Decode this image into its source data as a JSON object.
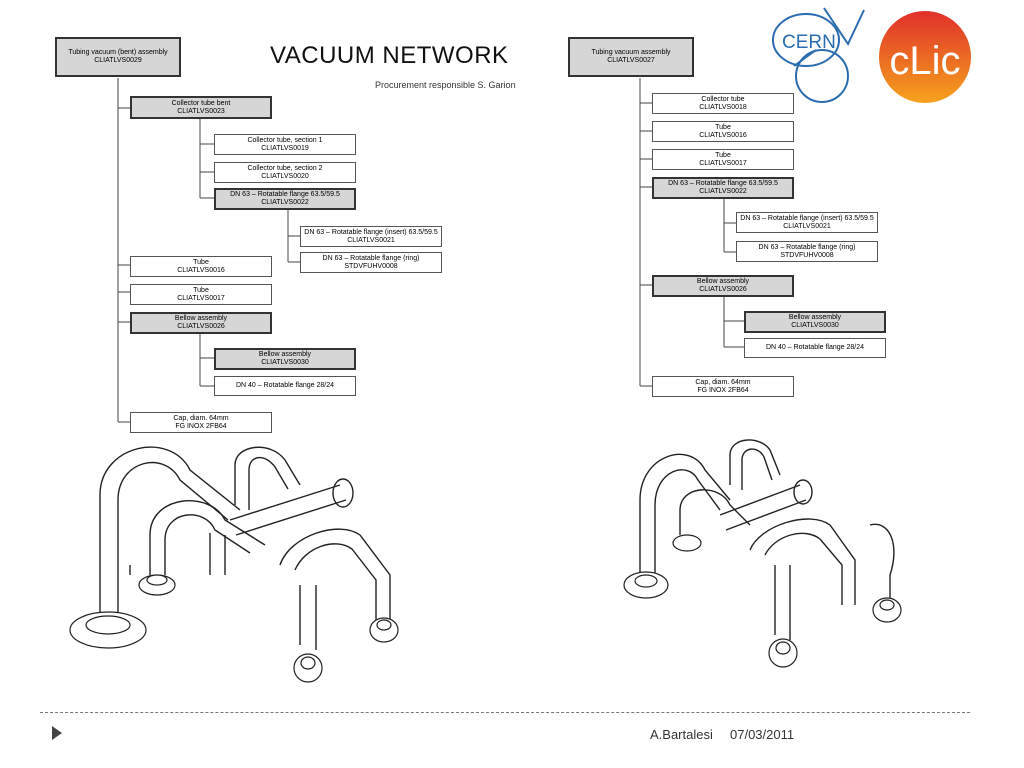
{
  "slide": {
    "title": "VACUUM NETWORK",
    "subtitle": "Procurement responsible S. Garion",
    "footer": {
      "author": "A.Bartalesi",
      "date": "07/03/2011"
    }
  },
  "logos": {
    "cern": "CERN",
    "clic": "cLic"
  },
  "left_tree": {
    "root": {
      "name": "Tubing vacuum (bent) assembly",
      "code": "CLIATLVS0029"
    },
    "collector_bent": {
      "name": "Collector tube bent",
      "code": "CLIATLVS0023"
    },
    "collector_s1": {
      "name": "Collector tube, section 1",
      "code": "CLIATLVS0019"
    },
    "collector_s2": {
      "name": "Collector tube, section 2",
      "code": "CLIATLVS0020"
    },
    "dn63": {
      "name": "DN 63 – Rotatable flange 63.5/59.5",
      "code": "CLIATLVS0022"
    },
    "dn63_insert": {
      "name": "DN 63 – Rotatable flange (insert) 63.5/59.5",
      "code": "CLIATLVS0021"
    },
    "dn63_ring": {
      "name": "DN 63 – Rotatable flange (ring)",
      "code": "STDVFUHV0008"
    },
    "tube1": {
      "name": "Tube",
      "code": "CLIATLVS0016"
    },
    "tube2": {
      "name": "Tube",
      "code": "CLIATLVS0017"
    },
    "bellow": {
      "name": "Bellow assembly",
      "code": "CLIATLVS0026"
    },
    "bellow_sub": {
      "name": "Bellow assembly",
      "code": "CLIATLVS0030"
    },
    "dn40": {
      "name": "DN 40 – Rotatable flange 28/24",
      "code": ""
    },
    "cap": {
      "name": "Cap, diam. 64mm",
      "code": "FG INOX 2FB64"
    }
  },
  "right_tree": {
    "root": {
      "name": "Tubing vacuum assembly",
      "code": "CLIATLVS0027"
    },
    "collector": {
      "name": "Collector tube",
      "code": "CLIATLVS0018"
    },
    "tube1": {
      "name": "Tube",
      "code": "CLIATLVS0016"
    },
    "tube2": {
      "name": "Tube",
      "code": "CLIATLVS0017"
    },
    "dn63": {
      "name": "DN 63 – Rotatable flange 63.5/59.5",
      "code": "CLIATLVS0022"
    },
    "dn63_insert": {
      "name": "DN 63 – Rotatable flange (insert) 63.5/59.5",
      "code": "CLIATLVS0021"
    },
    "dn63_ring": {
      "name": "DN 63 – Rotatable flange (ring)",
      "code": "STDVFUHV0008"
    },
    "bellow": {
      "name": "Bellow assembly",
      "code": "CLIATLVS0026"
    },
    "bellow_sub": {
      "name": "Bellow assembly",
      "code": "CLIATLVS0030"
    },
    "dn40": {
      "name": "DN 40 – Rotatable flange 28/24",
      "code": ""
    },
    "cap": {
      "name": "Cap, diam. 64mm",
      "code": "FG INOX 2FB64"
    }
  },
  "colors": {
    "box_gray": "#d6d6d6",
    "line": "#444444",
    "cern_blue": "#2b6cb0",
    "clic_orange": "#f28a1e",
    "clic_red": "#e0302a"
  }
}
